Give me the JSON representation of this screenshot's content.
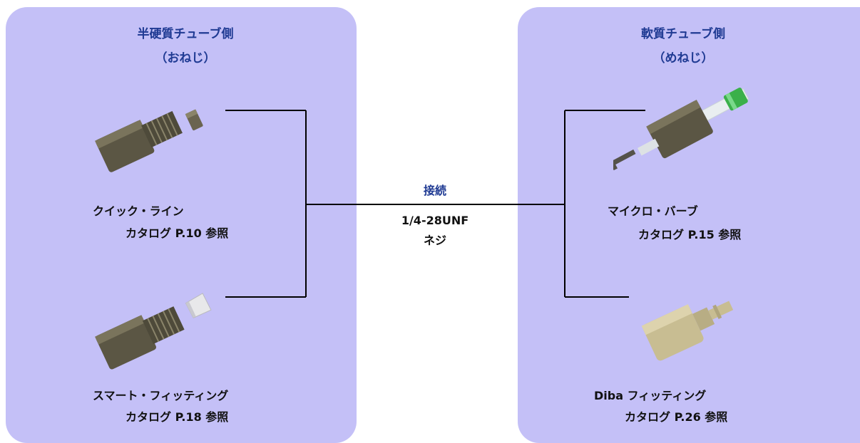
{
  "left_panel": {
    "title": "半硬質チューブ側",
    "subtitle": "（おねじ）",
    "items": [
      {
        "name": "クイック・ライン",
        "ref": "カタログ P.10 参照"
      },
      {
        "name": "スマート・フィッティング",
        "ref": "カタログ P.18 参照"
      }
    ]
  },
  "right_panel": {
    "title": "軟質チューブ側",
    "subtitle": "（めねじ）",
    "items": [
      {
        "name": "マイクロ・バーブ",
        "ref": "カタログ P.15 参照"
      },
      {
        "name": "Diba フィッティング",
        "ref": "カタログ P.26 参照"
      }
    ]
  },
  "connection": {
    "title": "接続",
    "spec": "1/4-28UNF",
    "type": "ネジ"
  },
  "colors": {
    "panel_bg": "#c4c0f7",
    "heading": "#1f3a93",
    "fitting_dark": "#5b5644",
    "fitting_brass": "#c8bd92"
  }
}
